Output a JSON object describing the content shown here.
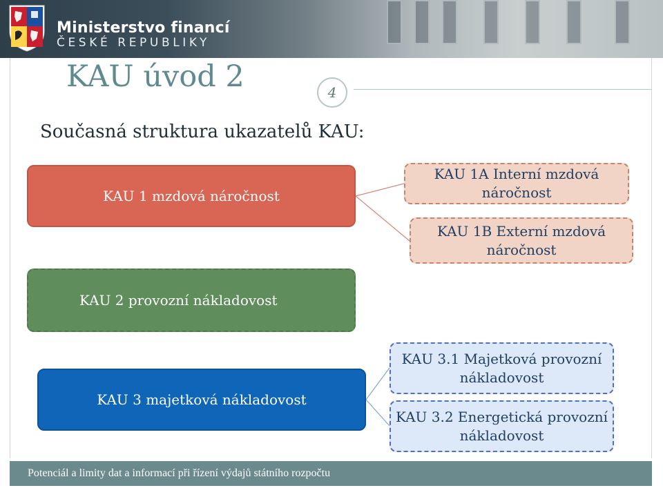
{
  "header": {
    "brand_line1": "Ministerstvo financí",
    "brand_line2": "ČESKÉ REPUBLIKY",
    "crest_icon": "czech-coat-of-arms-icon"
  },
  "slide": {
    "title": "KAU  úvod 2",
    "page_number": "4",
    "subtitle": "Současná struktura ukazatelů KAU:"
  },
  "diagram": {
    "groups": [
      {
        "label": "KAU 1  mzdová náročnost",
        "color": "#d96655",
        "children": [
          "KAU 1A Interní mzdová náročnost",
          "KAU 1B Externí mzdová náročnost"
        ]
      },
      {
        "label": "KAU 2  provozní nákladovost",
        "color": "#5f8d5b",
        "children": []
      },
      {
        "label": "KAU 3  majetková nákladovost",
        "color": "#0f66b8",
        "children": [
          "KAU 3.1 Majetková provozní nákladovost",
          "KAU 3.2 Energetická provozní nákladovost"
        ]
      }
    ]
  },
  "footer": {
    "text": "Potenciál a limity dat a informací  při řízení výdajů státního rozpočtu"
  }
}
